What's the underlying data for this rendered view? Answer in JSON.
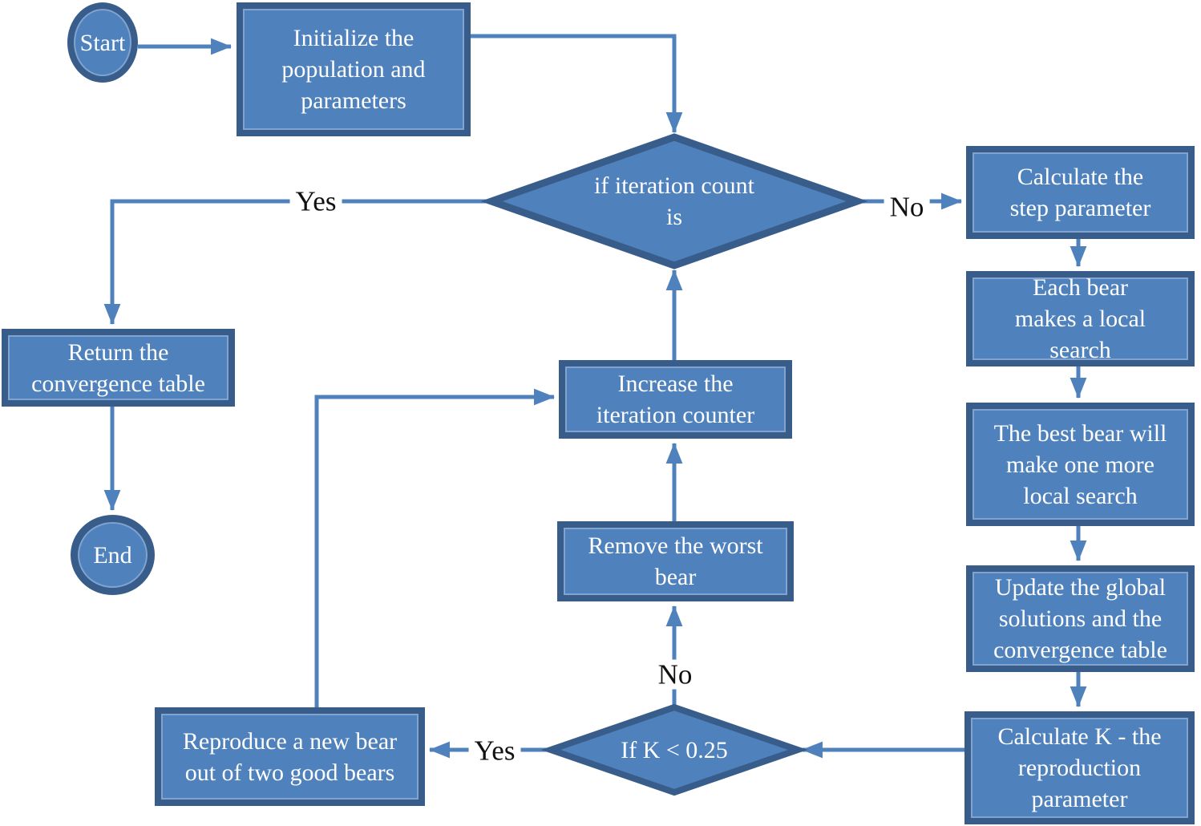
{
  "colors": {
    "node_fill": "#4f81bd",
    "node_border": "#385d8a",
    "connector": "#4f81bd",
    "node_text": "#ffffff",
    "edge_label_text": "#111111"
  },
  "nodes": {
    "start": {
      "label": "Start"
    },
    "initialize": {
      "label": "Initialize the population and parameters"
    },
    "iteration_decision": {
      "label": "if iteration count is"
    },
    "calc_step": {
      "label": "Calculate the step parameter"
    },
    "each_bear": {
      "label": "Each bear makes a local search"
    },
    "best_bear": {
      "label": "The best bear will make one more local search"
    },
    "update_global": {
      "label": "Update the global solutions and the convergence table"
    },
    "calc_k": {
      "label": "Calculate K - the reproduction parameter"
    },
    "k_decision": {
      "label": "If K < 0.25"
    },
    "reproduce": {
      "label": "Reproduce a new bear out of two good bears"
    },
    "remove_worst": {
      "label": "Remove the worst bear"
    },
    "increase_counter": {
      "label": "Increase the iteration counter"
    },
    "return_table": {
      "label": "Return the convergence table"
    },
    "end": {
      "label": "End"
    }
  },
  "edge_labels": {
    "iteration_yes": "Yes",
    "iteration_no": "No",
    "k_no": "No",
    "k_yes": "Yes"
  }
}
